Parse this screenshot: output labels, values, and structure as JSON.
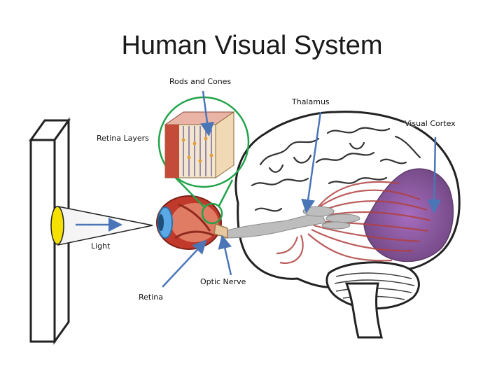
{
  "title": "Human Visual System",
  "labels": {
    "rods_and_cones": "Rods and Cones",
    "thalamus": "Thalamus",
    "visual_cortex": "Visual Cortex",
    "retina_layers": "Retina Layers",
    "light": "Light",
    "optic_nerve": "Optic Nerve",
    "retina": "Retina"
  },
  "colors": {
    "arrow": "#4a76b8",
    "callout_circle": "#22a34a",
    "light_source": "#f5e000",
    "visual_cortex": "#7a3f9a",
    "optic_pathway": "#b9b9b9",
    "radiations": "#b04040",
    "eye_red": "#c0392b",
    "eye_blue": "#5aa9e6"
  }
}
